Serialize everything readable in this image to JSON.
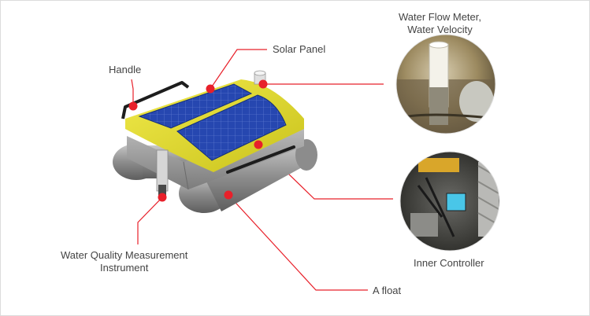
{
  "labels": {
    "handle": "Handle",
    "solar_panel": "Solar Panel",
    "flow_meter_line1": "Water Flow Meter,",
    "flow_meter_line2": "Water Velocity",
    "water_quality_line1": "Water Quality Measurement",
    "water_quality_line2": "Instrument",
    "inner_controller": "Inner Controller",
    "float": "A float"
  },
  "colors": {
    "callout": "#e8202a",
    "text": "#444444",
    "hull": "#9a9a9a",
    "deck": "#e6df2a",
    "solar": "#1f3f9e"
  }
}
